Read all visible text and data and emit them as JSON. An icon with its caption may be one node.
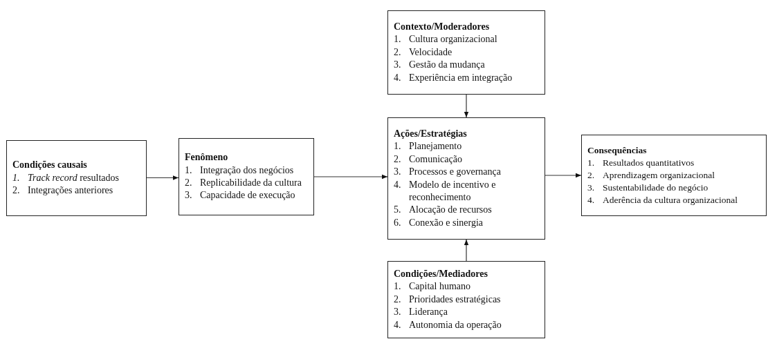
{
  "diagram": {
    "nodes": [
      {
        "text": [
          "Condições causais",
          "*1.*",
          "*Track record* resultados",
          "2.",
          "Integrações anteriores"
        ]
      },
      {
        "text": [
          "Fenômeno",
          "1.",
          "Integração dos negócios",
          "2.",
          "Replicabilidade da cultura",
          "3.",
          "Capacidade de execução"
        ]
      },
      {
        "text": [
          "Contexto/Moderadores",
          "1.",
          "Cultura organizacional",
          "2.",
          "Velocidade",
          "3.",
          "Gestão da mudança",
          "4.",
          "Experiência em integração"
        ]
      },
      {
        "text": [
          "Ações/Estratégias",
          "1.",
          "Planejamento",
          "2.",
          "Comunicação",
          "3.",
          "Processos e governança",
          "4.",
          "Modelo de incentivo e reconhecimento",
          "5.",
          "Alocação de recursos",
          "6.",
          "Conexão e sinergia"
        ]
      },
      {
        "text": [
          "Condições/Mediadores",
          "1.",
          "Capital humano",
          "2.",
          "Prioridades estratégicas",
          "3.",
          "Liderança",
          "4.",
          "Autonomia da operação"
        ]
      },
      {
        "text": [
          "Consequências",
          "1.",
          "Resultados quantitativos",
          "2.",
          "Aprendizagem organizacional",
          "3.",
          "Sustentabilidade do negócio",
          "4.",
          "Aderência da cultura organizacional"
        ]
      }
    ],
    "edges": [
      {
        "from": 0,
        "to": 1,
        "arrow": "to"
      },
      {
        "from": 1,
        "to": 3,
        "arrow": "to"
      },
      {
        "from": 2,
        "to": 3,
        "arrow": "to"
      },
      {
        "from": 4,
        "to": 3,
        "arrow": "to"
      },
      {
        "from": 3,
        "to": 5,
        "arrow": "to"
      }
    ]
  }
}
